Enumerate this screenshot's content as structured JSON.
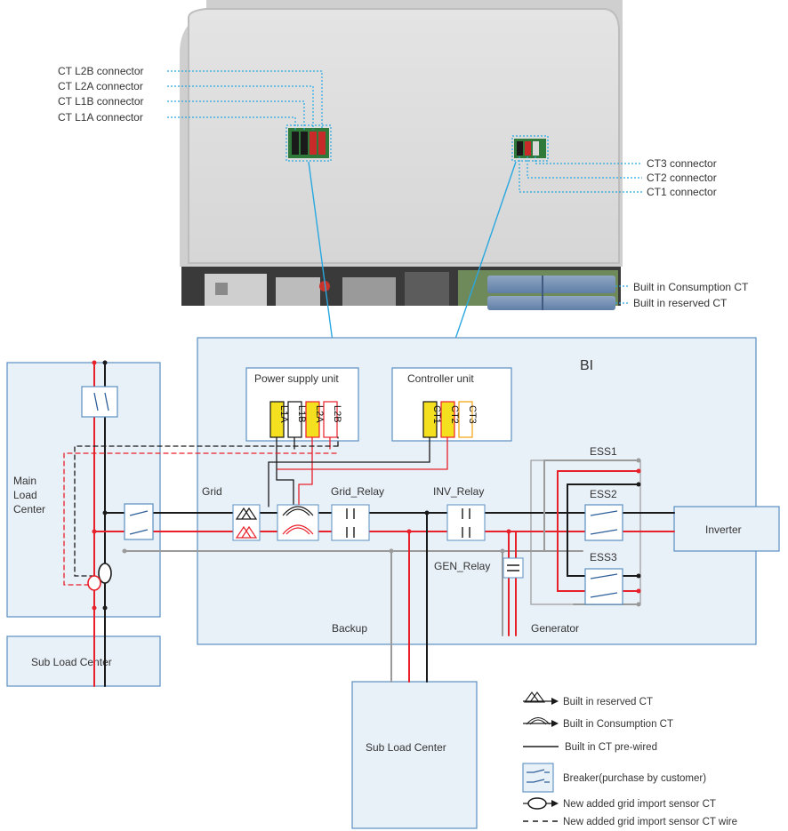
{
  "device_callouts": {
    "ct_l2b": "CT L2B connector",
    "ct_l2a": "CT L2A connector",
    "ct_l1b": "CT L1B connector",
    "ct_l1a": "CT L1A connector",
    "ct3": "CT3 connector",
    "ct2": "CT2 connector",
    "ct1": "CT1 connector",
    "builtin_consumption": "Built in Consumption CT",
    "builtin_reserved": "Built in reserved CT"
  },
  "schematic": {
    "bi_title": "BI",
    "power_supply_unit": "Power supply unit",
    "controller_unit": "Controller unit",
    "psu_terminals": [
      "L1A",
      "L1B",
      "L2A",
      "L2B"
    ],
    "ctrl_terminals": [
      "CT1",
      "CT2",
      "CT3"
    ],
    "main_load_center": [
      "Main",
      "Load",
      "Center"
    ],
    "sub_load_center_left": "Sub Load Center",
    "sub_load_center_bottom": "Sub Load Center",
    "inverter": "Inverter",
    "grid": "Grid",
    "grid_relay": "Grid_Relay",
    "inv_relay": "INV_Relay",
    "gen_relay": "GEN_Relay",
    "ess1": "ESS1",
    "ess2": "ESS2",
    "ess3": "ESS3",
    "backup": "Backup",
    "generator": "Generator"
  },
  "legend": [
    {
      "icon": "reserved-ct-icon",
      "label": "Built in reserved CT"
    },
    {
      "icon": "consumption-ct-icon",
      "label": "Built in Consumption CT"
    },
    {
      "icon": "solid-line-icon",
      "label": "Built in CT pre-wired"
    },
    {
      "icon": "breaker-icon",
      "label": "Breaker(purchase by customer)"
    },
    {
      "icon": "grid-import-ct-icon",
      "label": "New added grid import sensor CT"
    },
    {
      "icon": "dashed-line-icon",
      "label": "New added grid import sensor CT wire"
    }
  ],
  "colors": {
    "box_fill": "#e8f0f8",
    "box_stroke": "#5a8fc2",
    "red": "#e8202a",
    "gray": "#9a9a9a",
    "black": "#1a1a1a",
    "callout_blue": "#29a8e0",
    "yellow": "#f5e020",
    "orange": "#f4a20a"
  }
}
